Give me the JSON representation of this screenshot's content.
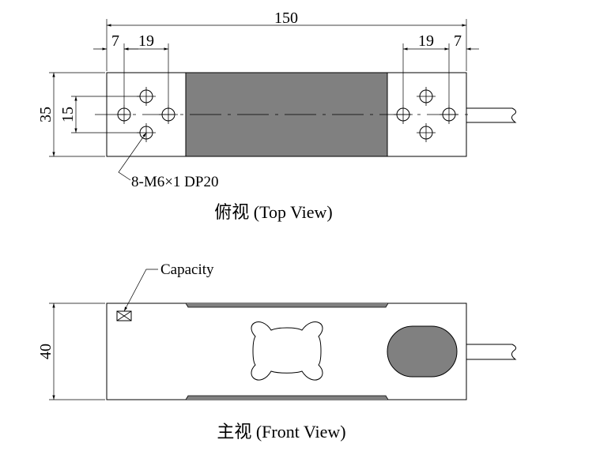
{
  "top_view": {
    "caption": "俯视 (Top View)",
    "dim_overall_length": "150",
    "dim_left_edge": "7",
    "dim_left_spacing": "19",
    "dim_right_spacing": "19",
    "dim_right_edge": "7",
    "dim_width": "35",
    "dim_hole_spacing": "15",
    "hole_callout": "8-M6×1 DP20",
    "body_color": "#808080"
  },
  "front_view": {
    "caption": "主视 (Front View)",
    "capacity_label": "Capacity",
    "dim_height": "40",
    "body_color": "#808080"
  }
}
